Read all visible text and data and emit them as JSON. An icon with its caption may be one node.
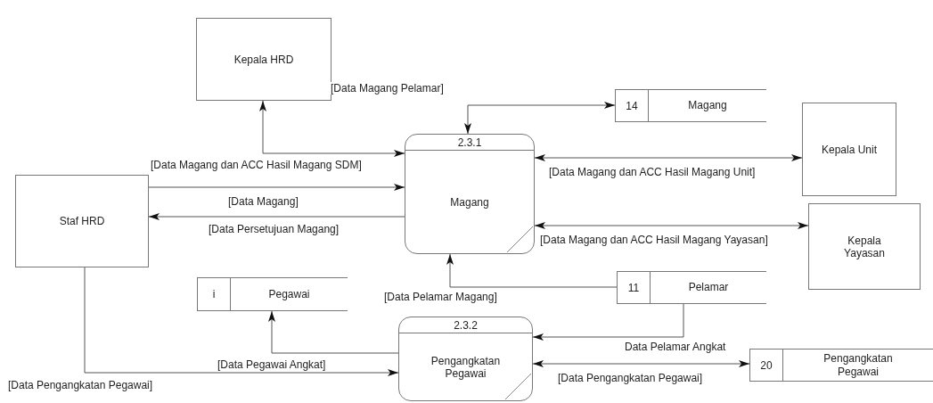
{
  "diagram": {
    "nodes": [
      {
        "text": [
          "Kepala HRD"
        ]
      },
      {
        "text": [
          "Staf HRD"
        ]
      },
      {
        "text": [
          "2.3.1",
          "Magang"
        ]
      },
      {
        "text": [
          "14",
          "Magang"
        ]
      },
      {
        "text": [
          "Kepala Unit"
        ]
      },
      {
        "text": [
          "Kepala Yayasan"
        ]
      },
      {
        "text": [
          "i",
          "Pegawai"
        ]
      },
      {
        "text": [
          "11",
          "Pelamar"
        ]
      },
      {
        "text": [
          "2.3.2",
          "Pengangkatan Pegawai"
        ]
      },
      {
        "text": [
          "20",
          "Pengangkatan Pegawai"
        ]
      }
    ],
    "edges": [
      {
        "from": 0,
        "to": 2,
        "arrow": "both",
        "label": "[Data Magang dan ACC Hasil Magang SDM]"
      },
      {
        "from": 1,
        "to": 2,
        "arrow": "to",
        "label": "[Data Magang]"
      },
      {
        "from": 2,
        "to": 1,
        "arrow": "to",
        "label": "[Data Persetujuan Magang]"
      },
      {
        "from": 2,
        "to": 3,
        "arrow": "both",
        "label": "[Data Magang Pelamar]"
      },
      {
        "from": 2,
        "to": 4,
        "arrow": "both",
        "label": "[Data Magang dan ACC Hasil Magang Unit]"
      },
      {
        "from": 2,
        "to": 5,
        "arrow": "both",
        "label": "[Data Magang dan ACC Hasil Magang Yayasan]"
      },
      {
        "from": 7,
        "to": 2,
        "arrow": "to",
        "label": "[Data Pelamar Magang]"
      },
      {
        "from": 7,
        "to": 8,
        "arrow": "to",
        "label": "Data Pelamar Angkat"
      },
      {
        "from": 8,
        "to": 6,
        "arrow": "to",
        "label": "[Data Pegawai Angkat]"
      },
      {
        "from": 1,
        "to": 8,
        "arrow": "to",
        "label": "[Data Pengangkatan Pegawai]"
      },
      {
        "from": 8,
        "to": 9,
        "arrow": "both",
        "label": "[Data Pengangkatan Pegawai]"
      }
    ]
  }
}
